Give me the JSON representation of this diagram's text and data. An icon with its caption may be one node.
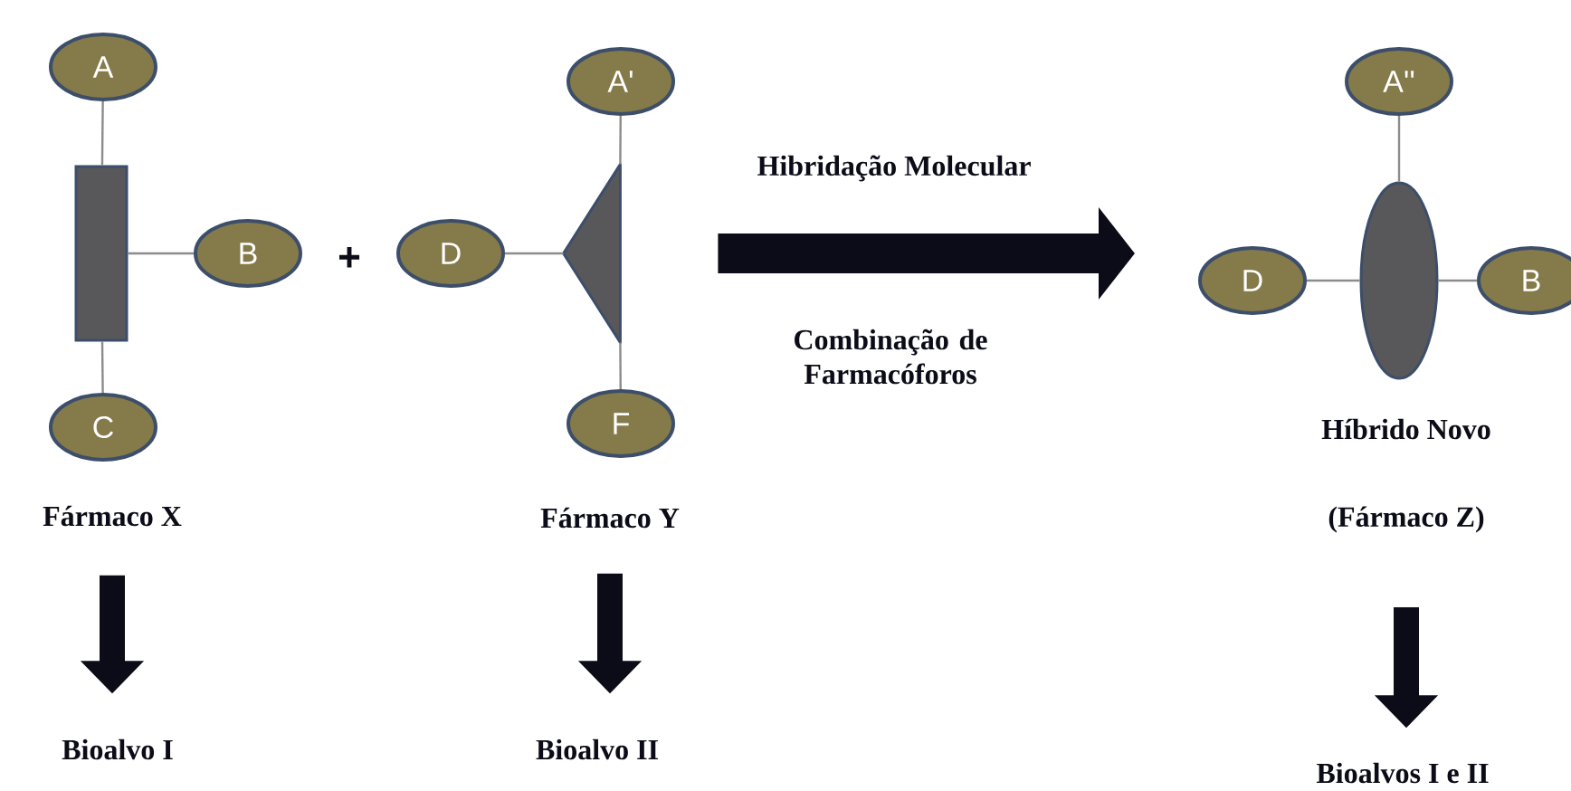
{
  "diagram": {
    "nodes": [
      {
        "text": [],
        "shape": "box"
      },
      {
        "text": [
          "A"
        ]
      },
      {
        "text": [
          "B"
        ]
      },
      {
        "text": [
          "C"
        ]
      },
      {
        "text": [
          "Fármaco X"
        ]
      },
      {
        "text": [
          "Bioalvo I"
        ]
      },
      {
        "text": [],
        "shape": "triangle"
      },
      {
        "text": [
          "A'"
        ]
      },
      {
        "text": [
          "D"
        ]
      },
      {
        "text": [
          "F"
        ]
      },
      {
        "text": [
          "Fármaco Y"
        ]
      },
      {
        "text": [
          "Bioalvo II"
        ]
      },
      {
        "text": [],
        "shape": "ellipse"
      },
      {
        "text": [
          "A''"
        ]
      },
      {
        "text": [
          "D"
        ]
      },
      {
        "text": [
          "B"
        ]
      },
      {
        "text": [
          "Híbrido Novo"
        ]
      },
      {
        "text": [
          "(Fármaco Z)"
        ]
      },
      {
        "text": [
          "Bioalvos I e II"
        ]
      }
    ],
    "edges": [
      {
        "from": 0,
        "to": 1,
        "arrow": "none"
      },
      {
        "from": 0,
        "to": 2,
        "arrow": "none"
      },
      {
        "from": 0,
        "to": 3,
        "arrow": "none"
      },
      {
        "from": 6,
        "to": 7,
        "arrow": "none"
      },
      {
        "from": 6,
        "to": 8,
        "arrow": "none"
      },
      {
        "from": 6,
        "to": 9,
        "arrow": "none"
      },
      {
        "from": 12,
        "to": 13,
        "arrow": "none"
      },
      {
        "from": 12,
        "to": 14,
        "arrow": "none"
      },
      {
        "from": 12,
        "to": 15,
        "arrow": "none"
      },
      {
        "from": 4,
        "to": 5,
        "arrow": "to",
        "style": "thick",
        "color": "#0c0c18"
      },
      {
        "from": 10,
        "to": 11,
        "arrow": "to",
        "style": "thick",
        "color": "#0c0c18"
      },
      {
        "from": 6,
        "to": 14,
        "arrow": "to",
        "style": "thick",
        "color": "#0c0c18",
        "label": "Hibridação Molecular"
      },
      {
        "from": 17,
        "to": 18,
        "arrow": "to",
        "style": "thick",
        "color": "#0c0c18"
      }
    ],
    "labels": [
      "+",
      "Combinação de Farmacóforos"
    ]
  }
}
